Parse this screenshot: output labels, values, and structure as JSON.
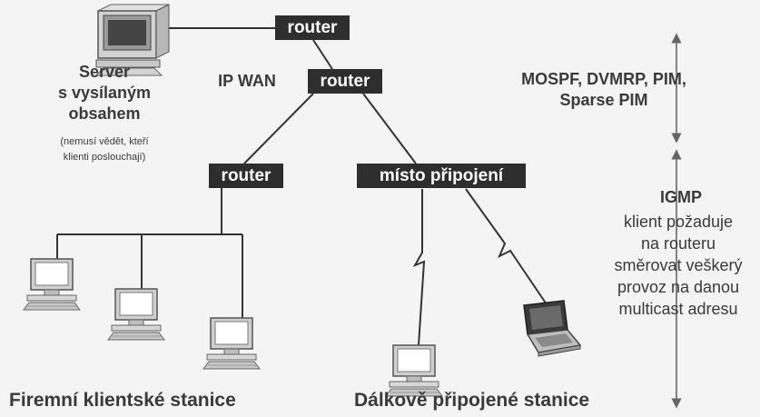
{
  "nodes": {
    "router_top": "router",
    "router_wan": "router",
    "router_left": "router",
    "access_point": "místo připojení"
  },
  "labels": {
    "server": [
      "Server",
      "s vysílaným",
      "obsahem"
    ],
    "server_note": [
      "(nemusí vědět, kteří",
      "klienti poslouchají)"
    ],
    "ip_wan": "IP WAN",
    "protocols": [
      "MOSPF, DVMRP, PIM,",
      "Sparse PIM"
    ],
    "igmp_title": "IGMP",
    "igmp_text": [
      "klient požaduje",
      "na routeru",
      "směrovat veškerý",
      "provoz na danou",
      "multicast adresu"
    ],
    "left_group": "Firemní klientské stanice",
    "right_group": "Dálkově připojené stanice"
  },
  "icons": [
    "server-computer-icon",
    "desktop-computer-icon",
    "laptop-icon",
    "lightning-link-icon",
    "double-arrow-icon"
  ]
}
